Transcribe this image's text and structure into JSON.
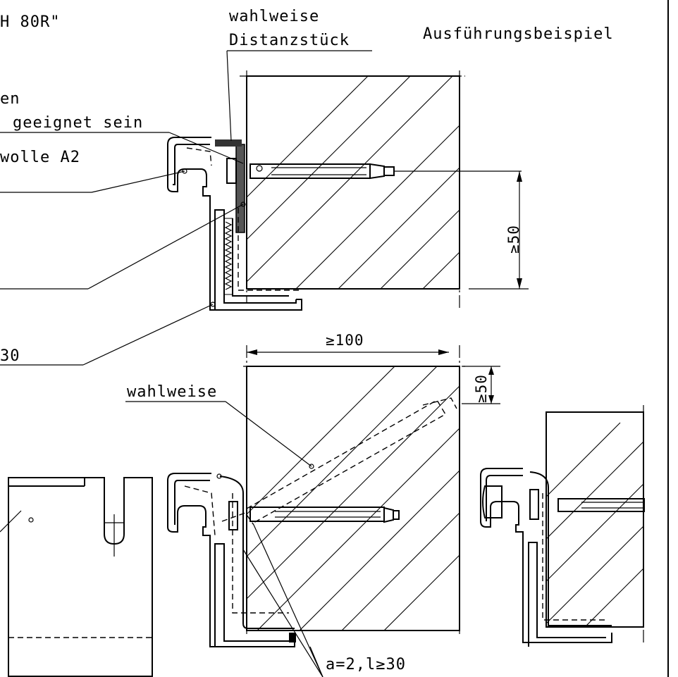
{
  "labels": {
    "title_partial": "H 80R\"",
    "option_spacer_line1": "wahlweise",
    "option_spacer_line2": "Distanzstück",
    "example": "Ausführungsbeispiel",
    "partial_en": "en",
    "suitable": "geeignet sein",
    "wool": "wolle A2",
    "partial_30": "30",
    "option": "wahlweise",
    "weld": "a=2,l≥30"
  },
  "dimensions": {
    "height_top": "≥50",
    "width_min": "≥100",
    "height_bottom": "≥50"
  }
}
